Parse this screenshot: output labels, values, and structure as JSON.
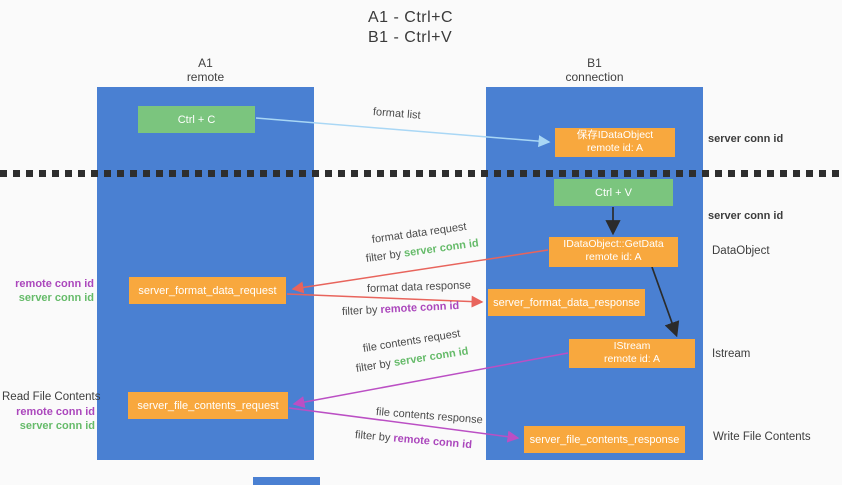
{
  "title": {
    "line1": "A1 - Ctrl+C",
    "line2": "B1 - Ctrl+V"
  },
  "lifelines": {
    "a1": {
      "name": "A1",
      "subtitle": "remote"
    },
    "b1": {
      "name": "B1",
      "subtitle": "connection"
    }
  },
  "boxes": {
    "ctrl_c": {
      "label": "Ctrl + C"
    },
    "save_dataobject": {
      "line1": "保存IDataObject",
      "line2": "remote id: A"
    },
    "ctrl_v": {
      "label": "Ctrl + V"
    },
    "getdata": {
      "line1": "IDataObject::GetData",
      "line2": "remote id: A"
    },
    "format_request": {
      "label": "server_format_data_request"
    },
    "format_response": {
      "label": "server_format_data_response"
    },
    "istream": {
      "line1": "IStream",
      "line2": "remote id: A"
    },
    "file_request": {
      "label": "server_file_contents_request"
    },
    "file_response": {
      "label": "server_file_contents_response"
    }
  },
  "arrows": {
    "format_list": {
      "label": "format list"
    },
    "format_data_request": {
      "label": "format data request",
      "filter_prefix": "filter by ",
      "filter_key": "server conn id"
    },
    "format_data_response": {
      "label": "format data response",
      "filter_prefix": "filter by ",
      "filter_key": "remote conn id"
    },
    "file_contents_request": {
      "label": "file contents request",
      "filter_prefix": "filter by ",
      "filter_key": "server conn id"
    },
    "file_contents_response": {
      "label": "file contents response",
      "filter_prefix": "filter by ",
      "filter_key": "remote conn id"
    }
  },
  "annotations": {
    "server_conn_id_top_right": "server conn id",
    "server_conn_id_mid_right": "server conn id",
    "dataobject": "DataObject",
    "istream": "Istream",
    "write_file_contents": "Write File Contents",
    "read_file_contents": "Read File Contents",
    "remote_conn_id_left_1": "remote conn id",
    "server_conn_id_left_1": "server conn id",
    "remote_conn_id_left_2": "remote conn id",
    "server_conn_id_left_2": "server conn id"
  },
  "colors": {
    "lifeline_blue": "#4a80d2",
    "box_green": "#7bc57e",
    "box_orange": "#f8a83e",
    "text_green": "#66bb6a",
    "text_purple": "#ab47bc",
    "arrow_lightblue": "#a9d7f5",
    "arrow_red": "#e8645c",
    "arrow_purple": "#bb4fc4",
    "arrow_black": "#2b2b2b"
  }
}
